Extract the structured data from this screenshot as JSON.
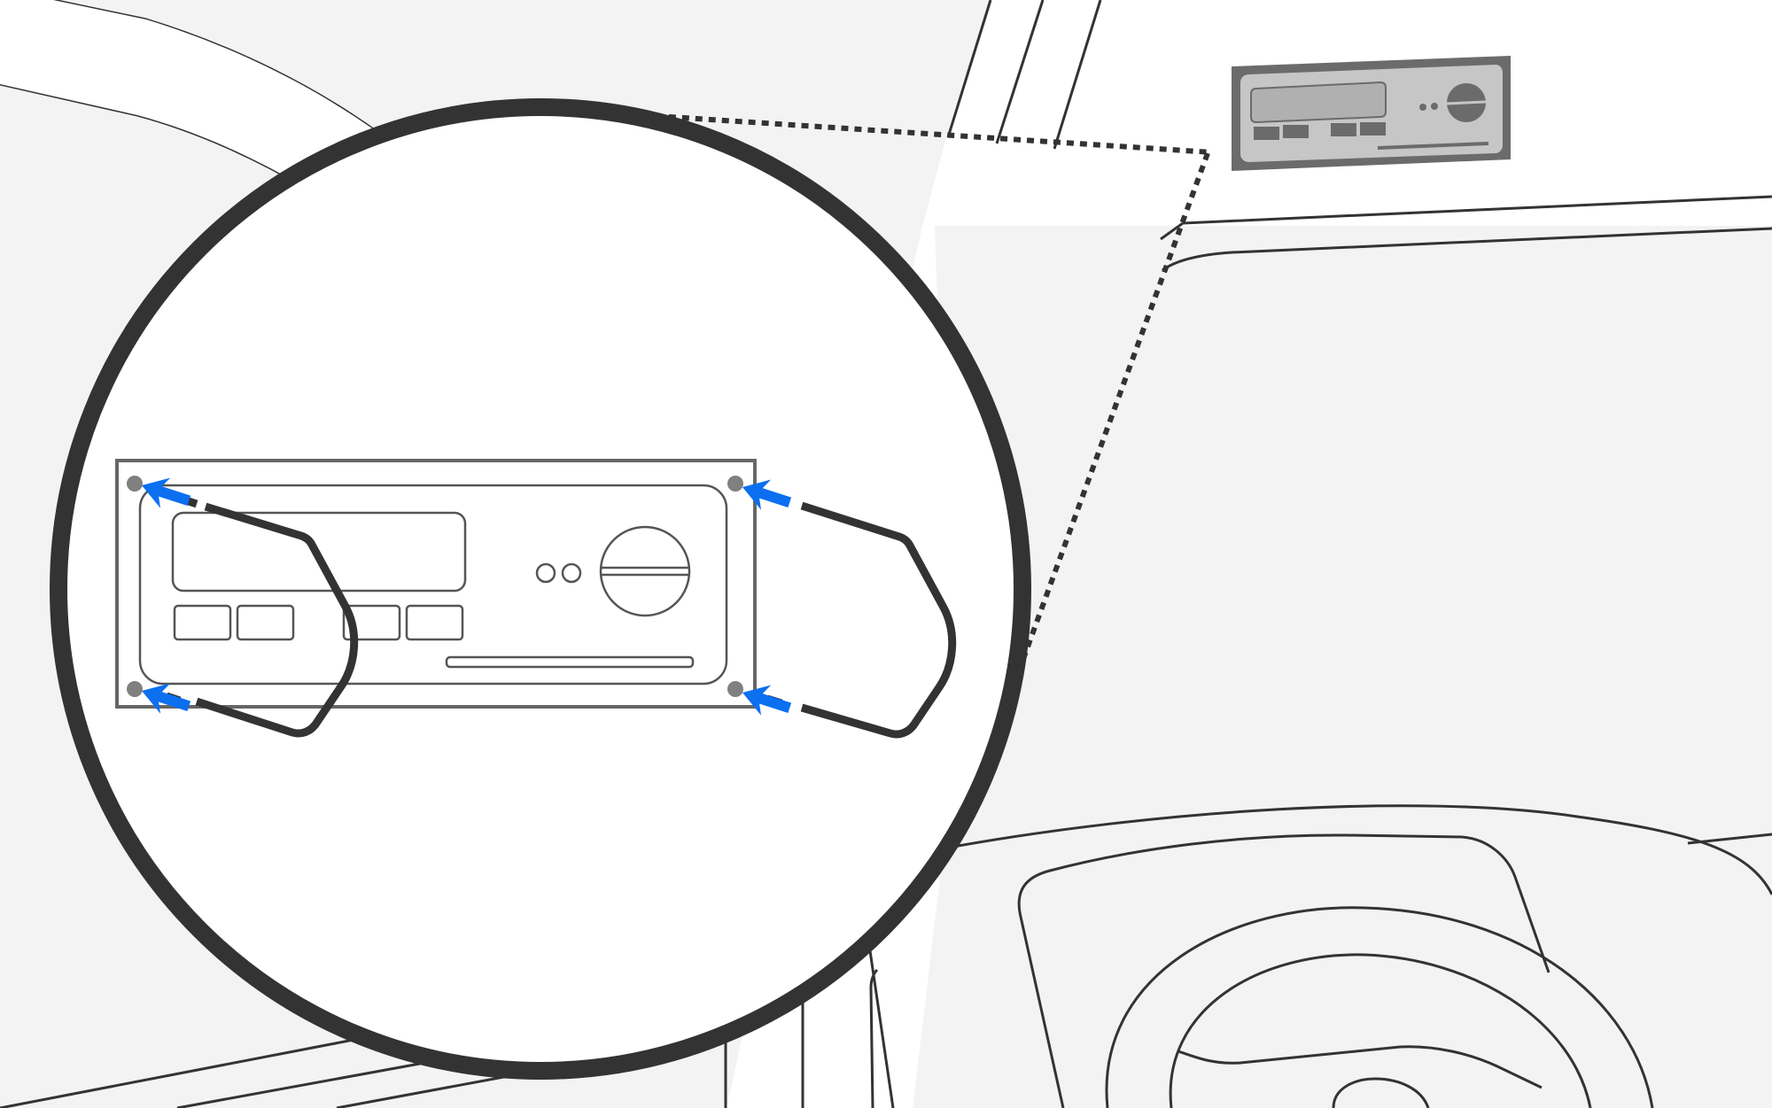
{
  "diagram": {
    "subject": "removing-car-radio-with-removal-keys",
    "colors": {
      "background_light": "#f2f2f2",
      "background_white": "#ffffff",
      "outline": "#333333",
      "radio_outline": "#555555",
      "radio_fill_mini": "#c6c6c6",
      "radio_frame_mini": "#6b6b6b",
      "release_hole": "#808080",
      "arrow": "#0b6ff0"
    },
    "icons": {
      "arrow": "blue-insert-arrow",
      "key": "radio-removal-key"
    }
  }
}
